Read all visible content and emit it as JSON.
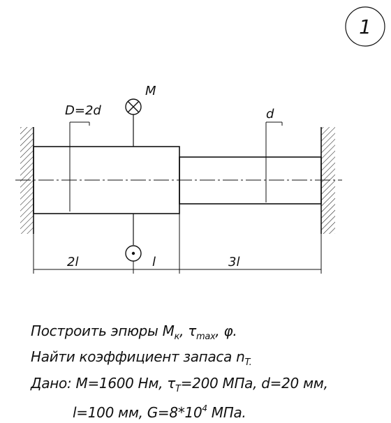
{
  "problem_number": "1",
  "dimensions": {
    "big_diameter": "D=2d",
    "small_diameter": "d",
    "moment": "M",
    "segment_left": "2l",
    "segment_middle": "l",
    "segment_right": "3l"
  },
  "task": {
    "line1_text": "Построить эпюры M",
    "line1_sub1": "к",
    "line1_tau": ", τ",
    "line1_sub2": "max",
    "line1_end": ", φ.",
    "line2_text": "Найти коэффициент запаса n",
    "line2_sub": "T.",
    "line3_text": "Дано: M=1600 Нм, τ",
    "line3_sub": "T",
    "line3_end": "=200 МПа, d=20 мм,",
    "line4_text": "l=100 мм, G=8*10",
    "line4_sup": "4",
    "line4_end": " МПа."
  }
}
